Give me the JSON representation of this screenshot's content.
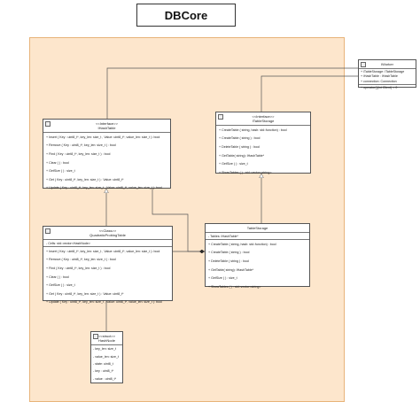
{
  "title": "DBCore",
  "classes": {
    "iworker": {
      "stereotype": "",
      "name": "IWorker",
      "attributes": [
        "+ iTableStorage: ITableStorage",
        "+ iHashTable : IHashTable",
        "+ connection: Connection"
      ],
      "methods": [
        "+ operator()(int Client) = 0"
      ]
    },
    "ihashtable": {
      "stereotype": "<<Interface>>",
      "name": "IHashTable",
      "attributes": [],
      "methods": [
        "+ Insert ( Key : uint8_t*, key_len: size_t , Value: uint8_t*, value_len: size_t ): bool",
        "+ Remove ( Key : uint8_t*, key_len: size_t ) : bool",
        "+ Find ( Key : uint8_t*, key_len: size_t ) : bool",
        "+ Clear ( ) : bool",
        "+ GetSize ( ) : size_t",
        "+ Get ( Key : uint8_t*, key_len: size_t ) : Value: uint8_t*",
        "+ Update ( Key : uint8_t*, key_len: size_t , Value: uint8_t*, value_len: size_t ): bool"
      ]
    },
    "itablestorage": {
      "stereotype": "<<Interface>>",
      "name": "ITableStorage",
      "attributes": [],
      "methods": [
        "+ CreateTable ( string, hash: std::function) : bool",
        "+ CreateTable ( string ) : bool",
        "+ DeleteTable ( string ) : bool",
        "+ GetTable( string): IHashTable*",
        "+ GetSize ( ) : size_t",
        "+ ShowTables ( ) : std::vector<string>"
      ]
    },
    "quadratic": {
      "stereotype": "<<Class>>",
      "name": "QuadraticProbingTable",
      "attributes": [
        "- Cells: std::vector<HashNode>"
      ],
      "methods": [
        "+ Insert ( Key : uint8_t*, key_len: size_t , Value: uint8_t*, value_len: size_t ): bool",
        "+ Remove ( Key : uint8_t*, key_len: size_t ) : bool",
        "+ Find ( Key : uint8_t*, key_len: size_t ) : bool",
        "+ Clear ( ) : bool",
        "+ GetSize ( ) : size_t",
        "+ Get ( Key : uint8_t*, key_len: size_t ) : Value: uint8_t*",
        "+ Update ( Key : uint8_t*, key_len: size_t , Value: uint8_t*, value_len: size_t ): bool"
      ]
    },
    "tablestorage": {
      "stereotype": "",
      "name": "TableStorage",
      "attributes": [
        "- Tables: IHashTable*"
      ],
      "methods": [
        "+ CreateTable ( string, hash: std::function) : bool",
        "+ CreateTable ( string ) : bool",
        "+ DeleteTable ( string ) : bool",
        "+ GetTable( string): IHashTable*",
        "+ GetSize ( ) : size_t",
        "+ ShowTables ( ) : std::vector<string>"
      ]
    },
    "hashnode": {
      "stereotype": "<<struct>>",
      "name": "HashNode",
      "attributes": [
        "- key_len: size_t",
        "- value_len: size_t",
        "- state: uint8_t",
        "- key : uint8_t*",
        "- value : uint8_t*"
      ],
      "methods": []
    }
  },
  "colors": {
    "package_fill": "#fde6cc",
    "package_border": "#e8b47a",
    "line": "#555555"
  }
}
